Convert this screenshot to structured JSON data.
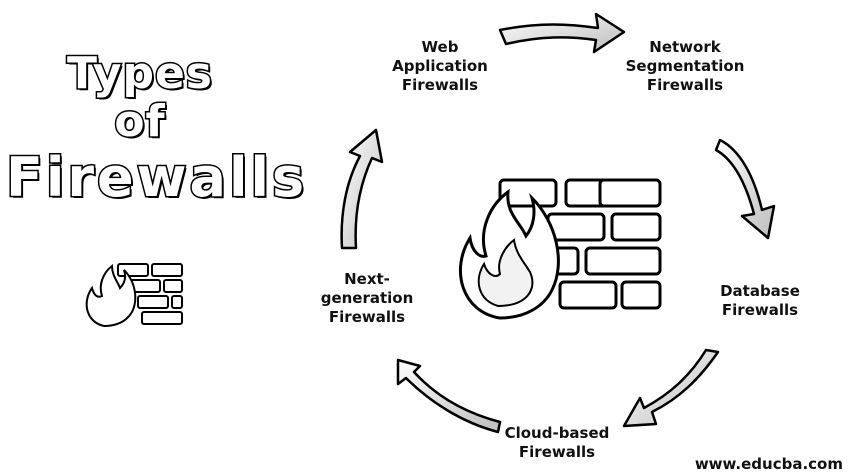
{
  "title": {
    "line1": "Types",
    "line2": "of",
    "line3": "Firewalls"
  },
  "cycle_items": [
    {
      "id": "web",
      "lines": [
        "Web",
        "Application",
        "Firewalls"
      ]
    },
    {
      "id": "network",
      "lines": [
        "Network",
        "Segmentation",
        "Firewalls"
      ]
    },
    {
      "id": "database",
      "lines": [
        "Database",
        "Firewalls"
      ]
    },
    {
      "id": "cloud",
      "lines": [
        "Cloud-based",
        "Firewalls"
      ]
    },
    {
      "id": "next",
      "lines": [
        "Next-",
        "generation",
        "Firewalls"
      ]
    }
  ],
  "watermark": "www.educba.com",
  "icons": [
    "firewall-brick-fire-icon",
    "curved-arrow-icon"
  ],
  "colors": {
    "ink": "#000000",
    "background": "#ffffff"
  }
}
